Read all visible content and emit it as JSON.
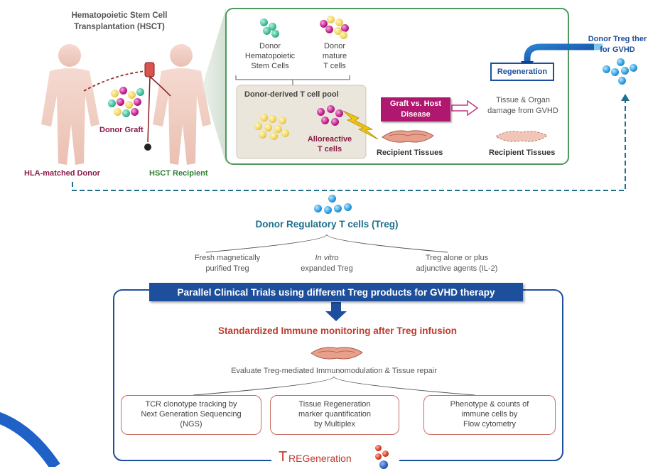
{
  "hsct": {
    "title_line1": "Hematopoietic Stem Cell",
    "title_line2": "Transplantation (HSCT)",
    "donor_label": "HLA-matched Donor",
    "recipient_label": "HSCT Recipient",
    "graft_label": "Donor Graft"
  },
  "inset": {
    "stem_cells_line1": "Donor",
    "stem_cells_line2": "Hematopoietic",
    "stem_cells_line3": "Stem Cells",
    "mature_line1": "Donor",
    "mature_line2": "mature",
    "mature_line3": "T cells",
    "pool_title": "Donor-derived T cell pool",
    "allo_line1": "Alloreactive",
    "allo_line2": "T cells",
    "gvhd_line1": "Graft vs. Host",
    "gvhd_line2": "Disease",
    "recipient_tissues_1": "Recipient Tissues",
    "regeneration": "Regeneration",
    "damage_line1": "Tissue & Organ",
    "damage_line2": "damage from GVHD",
    "recipient_tissues_2": "Recipient Tissues"
  },
  "therapy": {
    "line1": "Donor Treg ther",
    "line2": "for GVHD"
  },
  "treg": {
    "title": "Donor Regulatory T cells (Treg)",
    "opt1_line1": "Fresh magnetically",
    "opt1_line2": "purified Treg",
    "opt2_line1": "In vitro",
    "opt2_line2": "expanded Treg",
    "opt3_line1": "Treg alone or plus",
    "opt3_line2": "adjunctive agents (IL-2)"
  },
  "trials": {
    "banner": "Parallel Clinical Trials using different Treg products for GVHD therapy",
    "monitoring": "Standardized Immune monitoring after Treg infusion",
    "evaluate": "Evaluate Treg-mediated Immunomodulation  & Tissue repair",
    "box1_line1": "TCR clonotype tracking by",
    "box1_line2": "Next Generation Sequencing",
    "box1_line3": "(NGS)",
    "box2_line1": "Tissue Regeneration",
    "box2_line2": "marker quantification",
    "box2_line3": "by Multiplex",
    "box3_line1": "Phenotype  & counts of",
    "box3_line2": "immune cells by",
    "box3_line3": "Flow cytometry"
  },
  "logo": {
    "initial": "T",
    "rest": "REGeneration"
  },
  "colors": {
    "green_frame": "#4c9a5c",
    "maroon": "#8b1a4a",
    "navy": "#1e4f9c",
    "teal_text": "#1f6f8b",
    "red_text": "#c0392b"
  }
}
